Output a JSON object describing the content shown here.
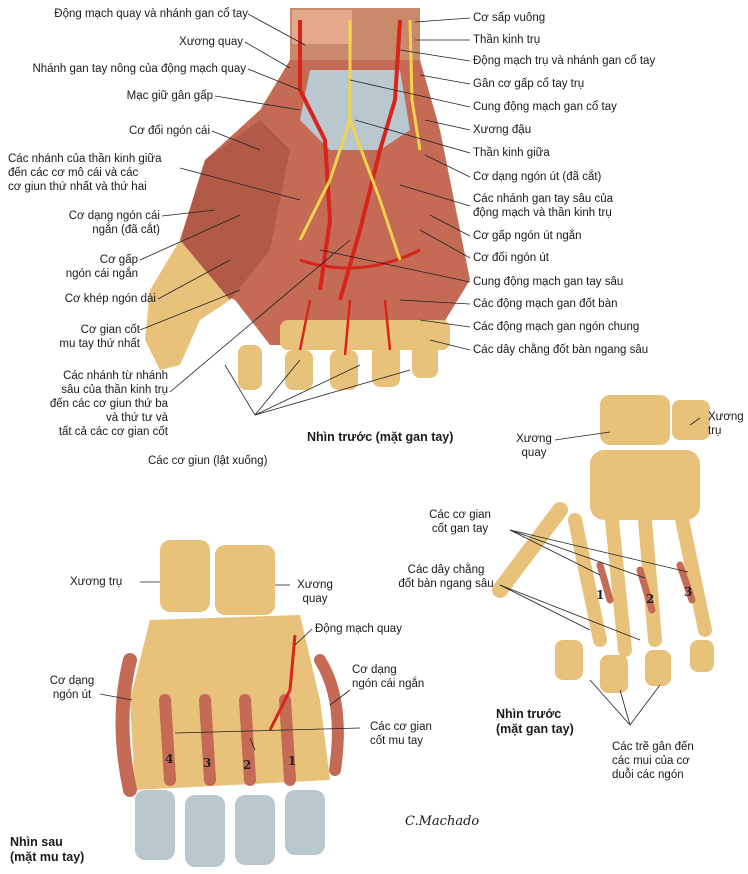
{
  "palmar_top": {
    "left_labels": {
      "radial_artery_branch": "Động mạch quay và nhánh gan cổ tay",
      "radius": "Xương quay",
      "superficial_palmar_branch": "Nhánh gan tay nông của động mạch quay",
      "flexor_retinaculum": "Mạc giữ gân gấp",
      "opponens_pollicis": "Cơ đối ngón cái",
      "median_nerve_branches": "Các nhánh của thần kinh giữa\nđến các cơ mô cái và các\ncơ giun thứ nhất và thứ hai",
      "abductor_pollicis_brevis": "Cơ dạng ngón cái\nngắn (đã cắt)",
      "flexor_pollicis_brevis": "Cơ gấp\nngón cái ngắn",
      "adductor_pollicis": "Cơ khép ngón dài",
      "first_dorsal_interosseous": "Cơ gian cốt\nmu tay thứ nhất",
      "ulnar_deep_branches": "Các nhánh từ nhánh\nsâu của thần kinh trụ\nđến các cơ giun thứ ba\nvà thứ tư và\ntất cả các cơ gian cốt",
      "lumbricals": "Các cơ giun (lật xuống)"
    },
    "right_labels": {
      "pronator_quadratus": "Cơ sấp vuông",
      "ulnar_nerve": "Thần kinh trụ",
      "ulnar_artery": "Động mạch trụ và nhánh gan cổ tay",
      "fcu_tendon": "Gân cơ gấp cổ tay trụ",
      "palmar_carpal_arch": "Cung động mạch gan cổ tay",
      "pisiform": "Xương đậu",
      "median_nerve": "Thần kinh giữa",
      "abductor_digiti_minimi": "Cơ dạng ngón út (đã cắt)",
      "deep_palmar_branches": "Các nhánh gan tay sâu của\nđộng mạch và thần kinh trụ",
      "flexor_digiti_minimi": "Cơ gấp ngón út ngắn",
      "opponens_digiti_minimi": "Cơ đối ngón út",
      "deep_palmar_arch": "Cung động mạch gan tay sâu",
      "palmar_metacarpal_arteries": "Các động mạch gan đốt bàn",
      "common_palmar_digital": "Các động mạch gan ngón chung",
      "deep_transverse_ligaments": "Các dây chằng đốt bàn ngang sâu"
    },
    "view_title": "Nhìn trước (mặt gan tay)"
  },
  "palmar_small": {
    "labels": {
      "ulna": "Xương\ntrụ",
      "radius": "Xương\nquay",
      "palmar_interossei": "Các cơ gian\ncốt gan tay",
      "deep_transverse_ligaments": "Các dây chằng\nđốt bàn ngang sâu",
      "extensor_expansions": "Các trẽ gân đến\ncác mui của cơ\nduỗi các ngón"
    },
    "numbers": [
      "1",
      "2",
      "3"
    ],
    "view_title": "Nhìn trước\n(mặt gan tay)"
  },
  "dorsal": {
    "labels": {
      "ulna": "Xương trụ",
      "radius": "Xương\nquay",
      "radial_artery": "Động mạch quay",
      "abductor_digiti_minimi": "Cơ dạng\nngón út",
      "abductor_pollicis_brevis": "Cơ dạng\nngón cái ngắn",
      "dorsal_interossei": "Các cơ gian\ncốt mu tay"
    },
    "numbers": [
      "4",
      "3",
      "2",
      "1"
    ],
    "view_title": "Nhìn sau\n(mặt mu tay)"
  },
  "signature": "C.Machado",
  "colors": {
    "bone": "#e8c27a",
    "muscle": "#c46a55",
    "artery": "#d8241b",
    "nerve": "#f2d34a",
    "tendon": "#b9c7cf"
  }
}
